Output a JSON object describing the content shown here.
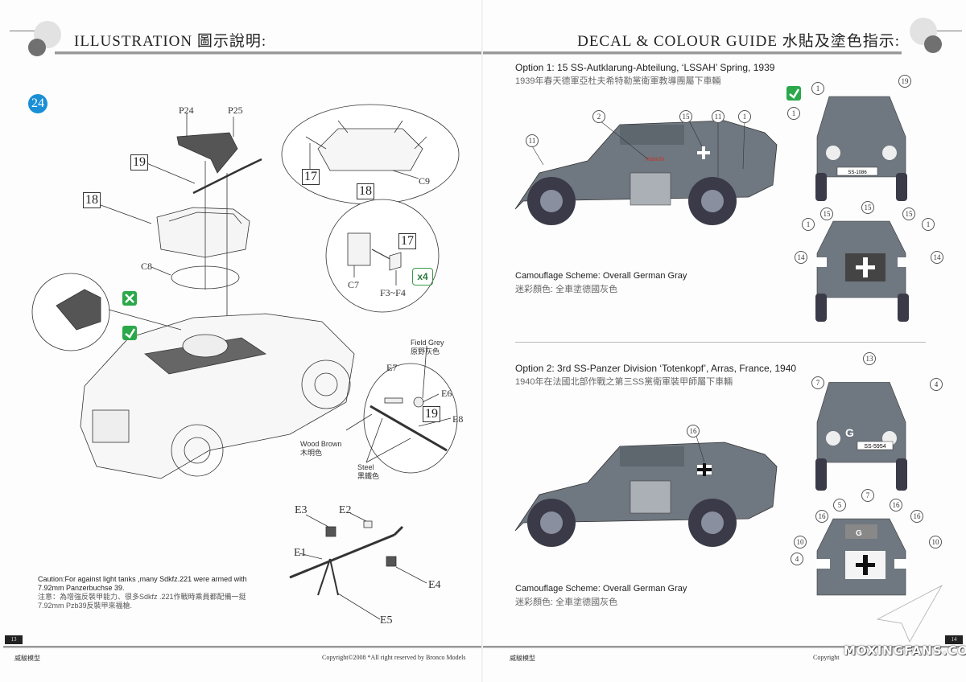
{
  "left_page": {
    "header": {
      "title": "ILLUSTRATION 圖示說明:"
    },
    "step": {
      "number": "24"
    },
    "parts": {
      "p24": "P24",
      "p25": "P25",
      "c8": "C8",
      "c9": "C9",
      "c7": "C7",
      "f3f4": "F3~F4",
      "e1": "E1",
      "e2": "E2",
      "e3": "E3",
      "e4": "E4",
      "e5": "E5",
      "e6": "E6",
      "e7": "E7",
      "e8": "E8"
    },
    "subassemblies": {
      "n19a": "19",
      "n18a": "18",
      "n17a": "17",
      "n18b": "18",
      "n17b": "17",
      "n19b": "19"
    },
    "quantity": "x4",
    "paints": {
      "field_grey": "Field Grey",
      "field_grey_cn": "原野灰色",
      "wood_brown": "Wood Brown",
      "wood_brown_cn": "木明色",
      "steel": "Steel",
      "steel_cn": "黑鐵色"
    },
    "caution": {
      "line1": "Caution:For against light tanks ,many Sdkfz.221 were armed with",
      "line2": "7.92mm Panzerbuchse 39.",
      "line3": "注意：為增強反裝甲能力、很多Sdkfz .221作戰時乘員都配備一挺",
      "line4": "7.92mm Pzb39反裝甲來福槍."
    },
    "footer": {
      "page_number": "13",
      "brand_cn": "威駿模型",
      "copyright": "Copyright©2008 *All right reserved by Bronco Models"
    }
  },
  "right_page": {
    "header": {
      "title": "DECAL & COLOUR GUIDE 水貼及塗色指示:"
    },
    "options": [
      {
        "title": "Option 1: 15 SS-Autklarung-Abteilung, ‘LSSAH’ Spring, 1939",
        "title_cn": "1939年春天德軍亞杜夫希特勒黨衛軍教導團屬下車輛",
        "camo": "Camouflage Scheme: Overall German Gray",
        "camo_cn": "迷彩顏色: 全車塗德國灰色",
        "vehicle_name": "Habicht",
        "plate": "SS-1086",
        "callouts": {
          "side": [
            "11",
            "2",
            "15",
            "11",
            "1"
          ],
          "front": [
            "1",
            "1",
            "19"
          ],
          "rear": [
            "1",
            "15",
            "15",
            "15",
            "1",
            "14",
            "14"
          ]
        }
      },
      {
        "title": "Option 2: 3rd SS-Panzer Division ‘Totenkopf’, Arras, France, 1940",
        "title_cn": "1940年在法國北部作戰之第三SS黨衛軍裝甲師屬下車輛",
        "camo": "Camouflage Scheme: Overall German Gray",
        "camo_cn": "迷彩顏色: 全車塗德國灰色",
        "plate": "SS-5954",
        "letter": "G",
        "callouts": {
          "side": [
            "16"
          ],
          "front": [
            "13",
            "7",
            "4"
          ],
          "rear": [
            "7",
            "5",
            "16",
            "16",
            "16",
            "10",
            "10",
            "4"
          ]
        }
      }
    ],
    "footer": {
      "page_number": "14",
      "brand_cn": "威駿模型",
      "copyright": "Copyright"
    },
    "watermark": "MOXINGFANS.COM"
  },
  "colors": {
    "badge_blue": "#1a8fd6",
    "icon_green": "#2aa84a",
    "vehicle_grey": "#6f7780",
    "tire": "#3a3a48",
    "name_red": "#c0392b"
  }
}
